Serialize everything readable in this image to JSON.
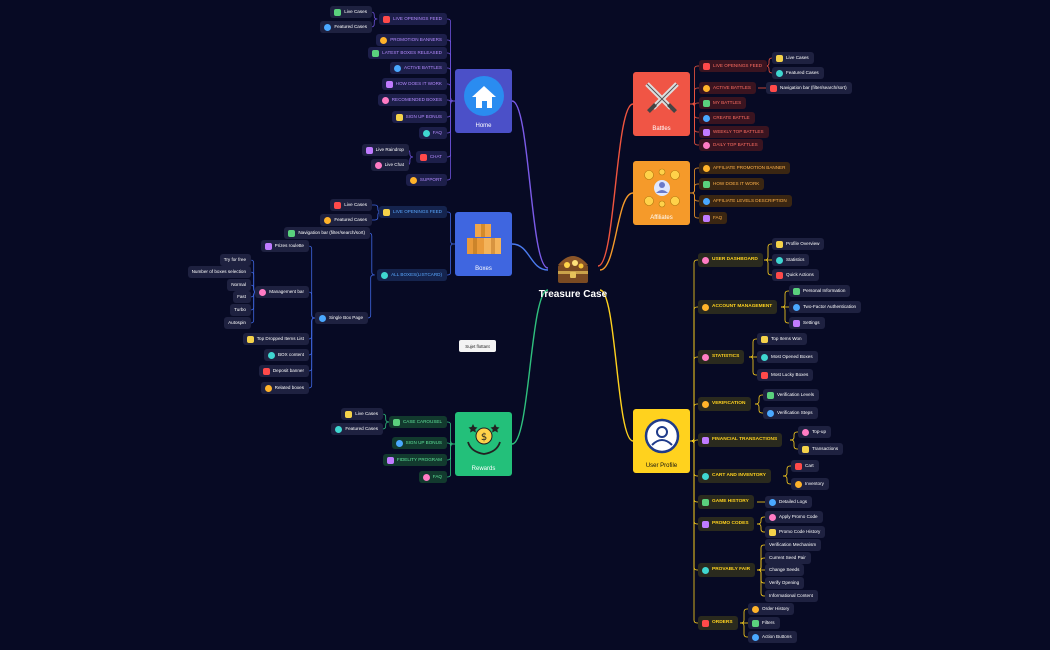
{
  "center": {
    "title": "Treasure Case"
  },
  "floating": {
    "label": "Sujet flottant"
  },
  "hubs": {
    "home": {
      "label": "Home",
      "color": "#4b50c8"
    },
    "boxes": {
      "label": "Boxes",
      "color": "#3f66e0"
    },
    "rewards": {
      "label": "Rewards",
      "color": "#23c07a"
    },
    "battles": {
      "label": "Battles",
      "color": "#f05545"
    },
    "affiliates": {
      "label": "Affiliates",
      "color": "#f59a2a"
    },
    "user_profile": {
      "label": "User Profile",
      "color": "#ffd21e"
    }
  },
  "home": {
    "live_openings_feed": {
      "label": "LIVE OPENINGS FEED",
      "children": [
        "Live Cases",
        "Featured Cases"
      ]
    },
    "promotion_banners": "PROMOTION BANNERS",
    "latest_boxes_released": "LATEST BOXES RELEASED",
    "active_battles": "ACTIVE BATTLES",
    "how_does_it_work": "HOW DOES IT WORK",
    "recomended_boxes": "RECOMENDED BOXES",
    "sign_up_bonus": "SIGN UP BONUS",
    "faq": "FAQ",
    "chat": {
      "label": "CHAT",
      "children": [
        "Live Raindrop",
        "Live Chat"
      ]
    },
    "support": "SUPPORT"
  },
  "boxes": {
    "live_openings_feed": {
      "label": "LIVE OPENINGS FEED",
      "children": [
        "Live Cases",
        "Featured Cases"
      ]
    },
    "all_boxes": {
      "label": "ALL BOXES(LISTCARD)"
    },
    "navigation_bar": "Navigation bar (filter/search/sort)",
    "prizes_roulette": "Prizes roulette",
    "management_bar": {
      "label": "Management bar",
      "children": [
        "Try for free",
        "Number of boxes selection",
        "Normal",
        "Fast",
        "Turbo",
        "Autospin"
      ]
    },
    "single_box_page": "Single Box Page",
    "top_dropped_items": "Top Dropped Items List",
    "box_content": "BOX content",
    "deposit_banner": "Deposit banner",
    "related_boxes": "Related boxes"
  },
  "rewards": {
    "case_carousel": {
      "label": "CASE CAROUSEL",
      "children": [
        "Live Cases",
        "Featured Cases"
      ]
    },
    "sign_up_bonus": "SIGN UP BONUS",
    "fidelity_program": "FIDELITY PROGRAM",
    "faq": "FAQ"
  },
  "battles": {
    "live_openings_feed": {
      "label": "LIVE OPENINGS FEED",
      "children": [
        "Live Cases",
        "Featured Cases"
      ]
    },
    "active_battles": {
      "label": "ACTIVE BATTLES",
      "children": [
        "Navigation bar (filter/search/sort)"
      ]
    },
    "my_battles": "MY BATTLES",
    "create_battle": "CREATE BATTLE",
    "weekly_top_battles": "WEEKLY TOP BATTLES",
    "daily_top_battles": "DAILY TOP BATTLES"
  },
  "affiliates": {
    "promotion_banner": "AFFILIATE PROMOTION BANNER",
    "how_does_it_work": "HOW DOES IT WORK",
    "levels_description": "AFFILIATE LEVELS DESCRIPTION",
    "faq": "FAQ"
  },
  "user_profile": {
    "user_dashboard": {
      "label": "USER DASHBOARD",
      "children": [
        "Profile Overview",
        "Statistics",
        "Quick Actions"
      ]
    },
    "account_management": {
      "label": "ACCOUNT MANAGEMENT",
      "children": [
        "Personal Information",
        "Two-Factor Authentication",
        "Settings"
      ]
    },
    "statistics": {
      "label": "STATISTICS",
      "children": [
        "Top Items Won",
        "Most Opened Boxes",
        "Most Lucky Boxes"
      ]
    },
    "verification": {
      "label": "VERIFICATION",
      "children": [
        "Verification Levels",
        "Verification Steps"
      ]
    },
    "financial_transactions": {
      "label": "FINANCIAL TRANSACTIONS",
      "children": [
        "Top-up",
        "Transactions"
      ]
    },
    "cart_and_inventory": {
      "label": "CART AND INVENTORY",
      "children": [
        "Cart",
        "Inventory"
      ]
    },
    "game_history": {
      "label": "GAME HISTORY",
      "children": [
        "Detailed Logs"
      ]
    },
    "promo_codes": {
      "label": "PROMO CODES",
      "children": [
        "Apply Promo Code",
        "Promo Code History"
      ]
    },
    "provably_fair": {
      "label": "PROVABLY FAIR",
      "children": [
        "Verification Mechanism",
        "Current Seed Pair",
        "Change Seeds",
        "Verify Opening",
        "Informational Content"
      ]
    },
    "orders": {
      "label": "ORDERS",
      "children": [
        "Order History",
        "Filters",
        "Action Buttons"
      ]
    }
  },
  "colors": {
    "background": "#070a24",
    "home_text": "#b58bff",
    "boxes_text": "#5aa8ff",
    "rewards_text": "#5fe39a",
    "battles_text": "#ff6e62",
    "affiliates_text": "#ffb24a",
    "profile_text": "#ffd21e",
    "leaf_text": "#ffffff"
  }
}
